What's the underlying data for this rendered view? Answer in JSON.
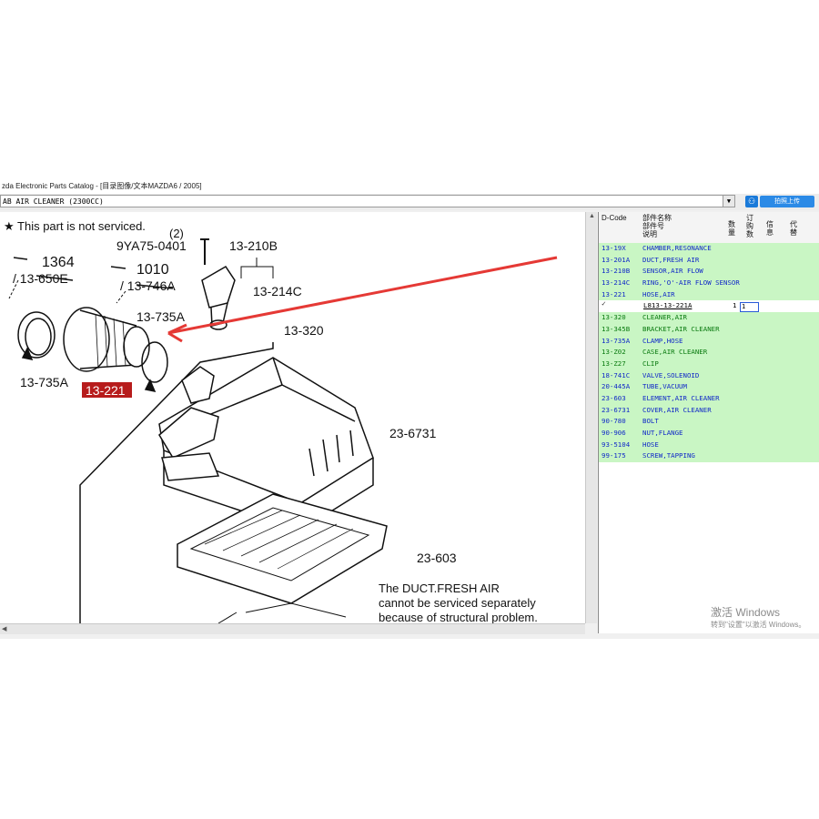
{
  "window": {
    "title": "zda Electronic Parts Catalog - [目录图像/文本MAZDA6 / 2005]"
  },
  "toolbar": {
    "combo_value": "AB  AIR CLEANER (2300CC)",
    "upload_label": "拍照上传"
  },
  "diagram": {
    "not_serviced": "★ This part is not serviced.",
    "ref1_num": "1364",
    "ref1_code": "/ 13-650E",
    "ref2_num": "1010",
    "ref2_code": "/ 13-746A",
    "qty2": "(2)",
    "bolt": "9YA75-0401",
    "sensor": "13-210B",
    "ring": "13-214C",
    "clamp_a": "13-735A",
    "clamp_b": "13-735A",
    "hose": "13-221",
    "case": "13-320",
    "cover": "23-6731",
    "element": "23-603",
    "note1": "The DUCT.FRESH AIR",
    "note2": "cannot be serviced separately",
    "note3": "because of structural problem."
  },
  "panel": {
    "headers": {
      "dcode": "D-Code",
      "name1": "部件名称",
      "name2": "部件号",
      "name3": "说明",
      "qty1": "数",
      "qty2": "量",
      "ord1": "订",
      "ord2": "购",
      "ord3": "数",
      "info1": "信",
      "info2": "息",
      "alt1": "代",
      "alt2": "替"
    },
    "rows": [
      {
        "code": "13-19X",
        "name": "CHAMBER,RESONANCE"
      },
      {
        "code": "13-201A",
        "name": "DUCT,FRESH AIR"
      },
      {
        "code": "13-210B",
        "name": "SENSOR,AIR FLOW"
      },
      {
        "code": "13-214C",
        "name": "RING,'O'-AIR FLOW SENSOR"
      },
      {
        "code": "13-221",
        "name": "HOSE,AIR"
      }
    ],
    "selected": {
      "check": "✓",
      "part_no": "L813-13-221A",
      "qty": "1",
      "order": "1"
    },
    "rows2": [
      {
        "code": "13-320",
        "name": "CLEANER,AIR"
      },
      {
        "code": "13-345B",
        "name": "BRACKET,AIR CLEANER"
      },
      {
        "code": "13-735A",
        "name": "CLAMP,HOSE"
      },
      {
        "code": "13-Z02",
        "name": "CASE,AIR CLEANER"
      },
      {
        "code": "13-Z27",
        "name": "CLIP"
      },
      {
        "code": "18-741C",
        "name": "VALVE,SOLENOID"
      },
      {
        "code": "20-445A",
        "name": "TUBE,VACUUM"
      },
      {
        "code": "23-603",
        "name": "ELEMENT,AIR CLEANER"
      },
      {
        "code": "23-6731",
        "name": "COVER,AIR CLEANER"
      },
      {
        "code": "90-780",
        "name": "BOLT"
      },
      {
        "code": "90-906",
        "name": "NUT,FLANGE"
      },
      {
        "code": "93-5104",
        "name": "HOSE"
      },
      {
        "code": "99-175",
        "name": "SCREW,TAPPING"
      }
    ]
  },
  "watermark": {
    "line1": "激活 Windows",
    "line2": "转到\"设置\"以激活 Windows。"
  },
  "colors": {
    "row_bg": "#c9f6c4",
    "row_text_blue": "#1028c8",
    "row_text_green": "#0a7a10",
    "arrow": "#e53935",
    "highlight": "#b71c1c"
  }
}
